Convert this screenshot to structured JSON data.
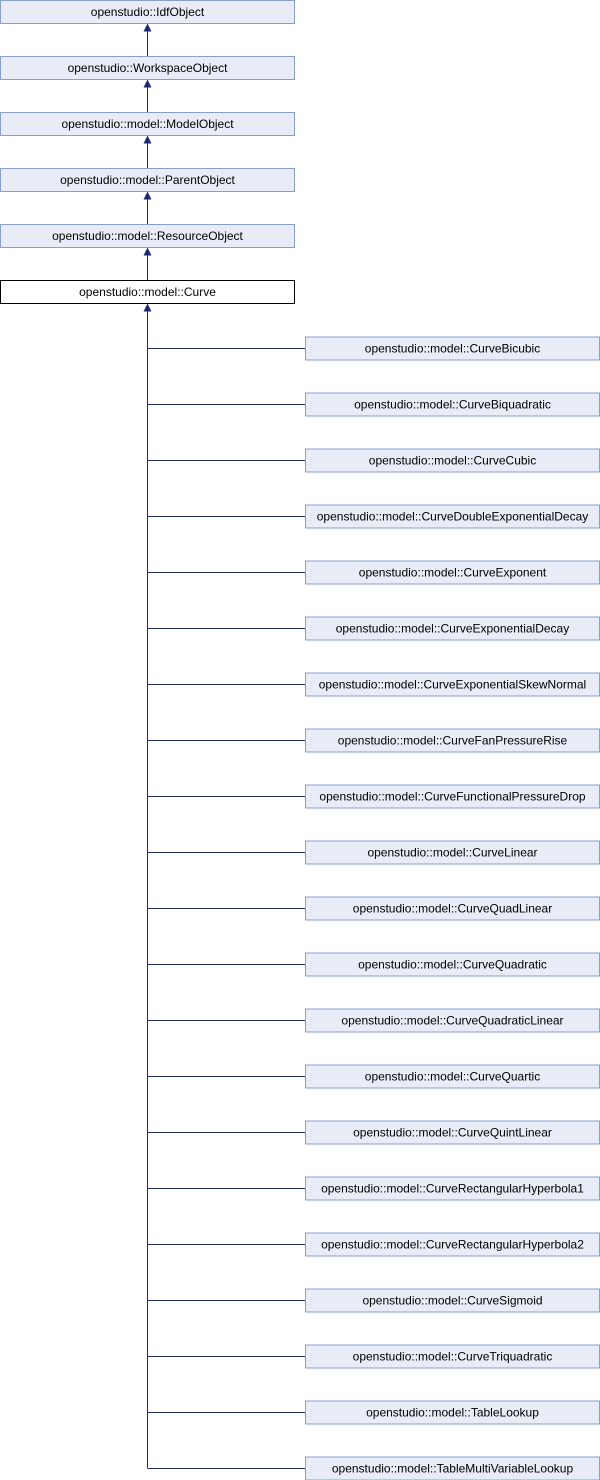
{
  "colors": {
    "node_fill": "#e8ecf7",
    "node_border": "#8aa0cc",
    "current_fill": "#ffffff",
    "current_border": "#000000",
    "edge": "#1f2a6e"
  },
  "ancestors": [
    "openstudio::IdfObject",
    "openstudio::WorkspaceObject",
    "openstudio::model::ModelObject",
    "openstudio::model::ParentObject",
    "openstudio::model::ResourceObject"
  ],
  "current": "openstudio::model::Curve",
  "children": [
    "openstudio::model::CurveBicubic",
    "openstudio::model::CurveBiquadratic",
    "openstudio::model::CurveCubic",
    "openstudio::model::CurveDoubleExponentialDecay",
    "openstudio::model::CurveExponent",
    "openstudio::model::CurveExponentialDecay",
    "openstudio::model::CurveExponentialSkewNormal",
    "openstudio::model::CurveFanPressureRise",
    "openstudio::model::CurveFunctionalPressureDrop",
    "openstudio::model::CurveLinear",
    "openstudio::model::CurveQuadLinear",
    "openstudio::model::CurveQuadratic",
    "openstudio::model::CurveQuadraticLinear",
    "openstudio::model::CurveQuartic",
    "openstudio::model::CurveQuintLinear",
    "openstudio::model::CurveRectangularHyperbola1",
    "openstudio::model::CurveRectangularHyperbola2",
    "openstudio::model::CurveSigmoid",
    "openstudio::model::CurveTriquadratic",
    "openstudio::model::TableLookup",
    "openstudio::model::TableMultiVariableLookup"
  ]
}
